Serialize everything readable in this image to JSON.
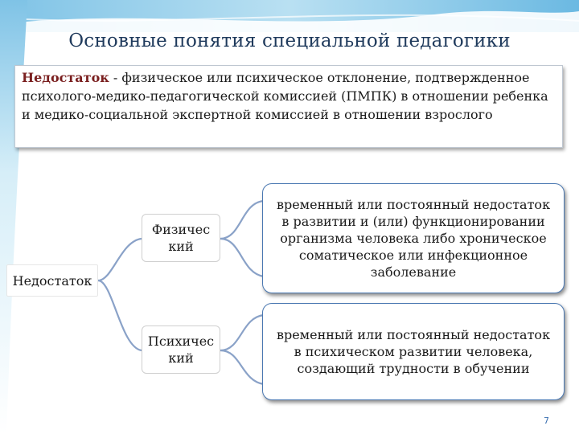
{
  "slide": {
    "title": "Основные понятия специальной педагогики",
    "page_number": "7"
  },
  "definition": {
    "term": "Недостаток",
    "text": " - физическое или психическое отклонение, подтвержденное психолого-медико-педагогической комиссией (ПМПК) в отношении ребенка и медико-социальной экспертной комиссией в отношении взрослого"
  },
  "diagram": {
    "root": "Недостаток",
    "branches": [
      {
        "label": "Физичес кий",
        "description": "временный или постоянный недостаток в развитии и (или) функционировании организма человека либо хроническое соматическое или инфекционное заболевание"
      },
      {
        "label": "Психичес кий",
        "description": "временный или постоянный недостаток в психическом развитии человека, создающий трудности в обучении"
      }
    ]
  },
  "colors": {
    "title": "#1f3a5c",
    "term": "#7a1f1f",
    "connector": "#8aa2c8",
    "box_border": "#4a78b2"
  }
}
